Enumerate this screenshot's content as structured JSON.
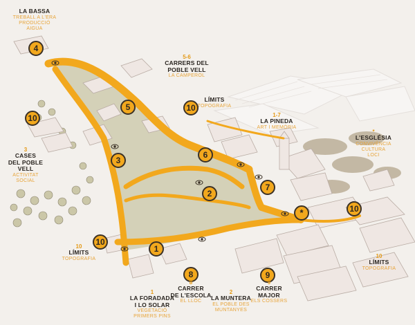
{
  "colors": {
    "background": "#f3f0ec",
    "route": "#f2a81d",
    "village_area": "#d4d1b8",
    "buildings": "#efe7e3",
    "vegetation": "#b4a68c",
    "label_title": "#2a2520",
    "label_number": "#e49a18"
  },
  "markers": [
    {
      "id": "4",
      "label": "4"
    },
    {
      "id": "5",
      "label": "5"
    },
    {
      "id": "10a",
      "label": "10"
    },
    {
      "id": "10b",
      "label": "10"
    },
    {
      "id": "3",
      "label": "3"
    },
    {
      "id": "6",
      "label": "6"
    },
    {
      "id": "2",
      "label": "2"
    },
    {
      "id": "7",
      "label": "7"
    },
    {
      "id": "star",
      "label": "*"
    },
    {
      "id": "10c",
      "label": "10"
    },
    {
      "id": "10d",
      "label": "10"
    },
    {
      "id": "1",
      "label": "1"
    },
    {
      "id": "8",
      "label": "8"
    },
    {
      "id": "9",
      "label": "9"
    }
  ],
  "labels": {
    "la_bassa": {
      "num": "",
      "title": [
        "LA BASSA"
      ],
      "sub": [
        "TREBALL A L'ERA",
        "PRODUCCIÓ",
        "AIGUA"
      ]
    },
    "carrers": {
      "num": "5-6",
      "title": [
        "CARRERS DEL",
        "POBLE VELL"
      ],
      "sub": [
        "LA CAMPEROL"
      ]
    },
    "limits_top": {
      "num": "",
      "title": [
        "LÍMITS"
      ],
      "sub": [
        "TOPOGRAFIA"
      ]
    },
    "la_pineda": {
      "num": "1-7",
      "title": [
        "LA PINEDA"
      ],
      "sub": [
        "ART I MEMÒRIA"
      ]
    },
    "esglesia": {
      "num": "*",
      "title": [
        "L'ESGLÉSIA"
      ],
      "sub": [
        "CONVIVÈNCIA",
        "CULTURA",
        "LOCI"
      ]
    },
    "cases": {
      "num": "3",
      "title": [
        "CASES",
        "DEL POBLE",
        "VELL"
      ],
      "sub": [
        "ACTIVITAT",
        "SOCIAL"
      ]
    },
    "limits_left": {
      "num": "10",
      "title": [
        "LÍMITS"
      ],
      "sub": [
        "TOPOGRAFIA"
      ]
    },
    "limits_right": {
      "num": "10",
      "title": [
        "LÍMITS"
      ],
      "sub": [
        "TOPOGRAFIA"
      ]
    },
    "foradada": {
      "num": "1",
      "title": [
        "LA FORADADA",
        "I LO SOLAR"
      ],
      "sub": [
        "VEGETACIÓ",
        "PRIMERS PINS"
      ]
    },
    "escola": {
      "num": "8",
      "title": [
        "CARRER",
        "DE L'ESCOLA"
      ],
      "sub": [
        "EL LLOC"
      ]
    },
    "muntera": {
      "num": "2",
      "title": [
        "LA MUNTERA"
      ],
      "sub": [
        "EL POBLE DES",
        "MUNTANYES"
      ]
    },
    "major": {
      "num": "9",
      "title": [
        "CARRER",
        "MAJOR"
      ],
      "sub": [
        "ELS COSSERS"
      ]
    }
  }
}
